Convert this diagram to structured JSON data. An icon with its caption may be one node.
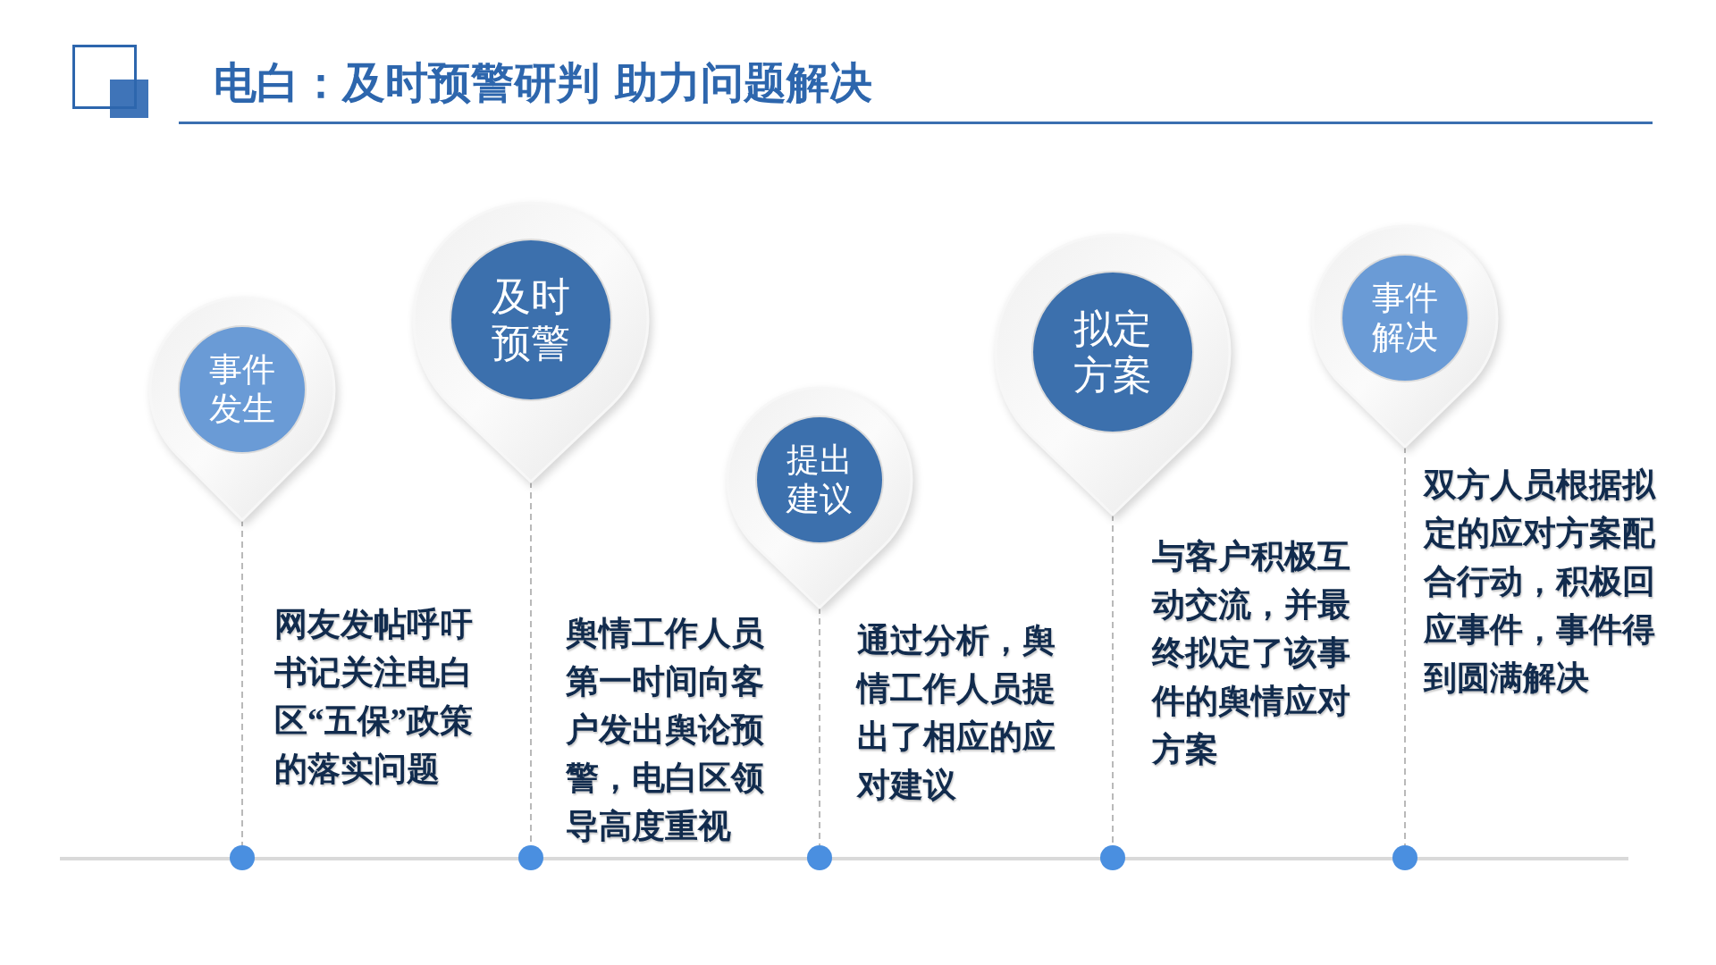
{
  "diagram": {
    "title": "电白：及时预警研判 助力问题解决",
    "nodes": [
      {
        "text": [
          "事件发生"
        ]
      },
      {
        "text": [
          "及时预警"
        ]
      },
      {
        "text": [
          "提出建议"
        ]
      },
      {
        "text": [
          "拟定方案"
        ]
      },
      {
        "text": [
          "事件解决"
        ]
      },
      {
        "text": [],
        "shape": "circle"
      },
      {
        "text": [],
        "shape": "circle"
      },
      {
        "text": [],
        "shape": "circle"
      },
      {
        "text": [],
        "shape": "circle"
      },
      {
        "text": [],
        "shape": "circle"
      }
    ],
    "edges": [
      {
        "from": 0,
        "to": 5,
        "arrow": "none",
        "style": "dashed"
      },
      {
        "from": 1,
        "to": 6,
        "arrow": "none",
        "style": "dashed"
      },
      {
        "from": 2,
        "to": 7,
        "arrow": "none",
        "style": "dashed"
      },
      {
        "from": 3,
        "to": 8,
        "arrow": "none",
        "style": "dashed"
      },
      {
        "from": 4,
        "to": 9,
        "arrow": "none",
        "style": "dashed"
      }
    ],
    "labels": [
      "网友发帖呼吁书记关注电白区“五保”政策的落实问题",
      "舆情工作人员第一时间向客户发出舆论预警，电白区领导高度重视",
      "通过分析，舆情工作人员提出了相应的应对建议",
      "与客户积极互动交流，并最终拟定了该事件的舆情应对方案",
      "双方人员根据拟定的应对方案配合行动，积极回应事件，事件得到圆满解决"
    ]
  }
}
